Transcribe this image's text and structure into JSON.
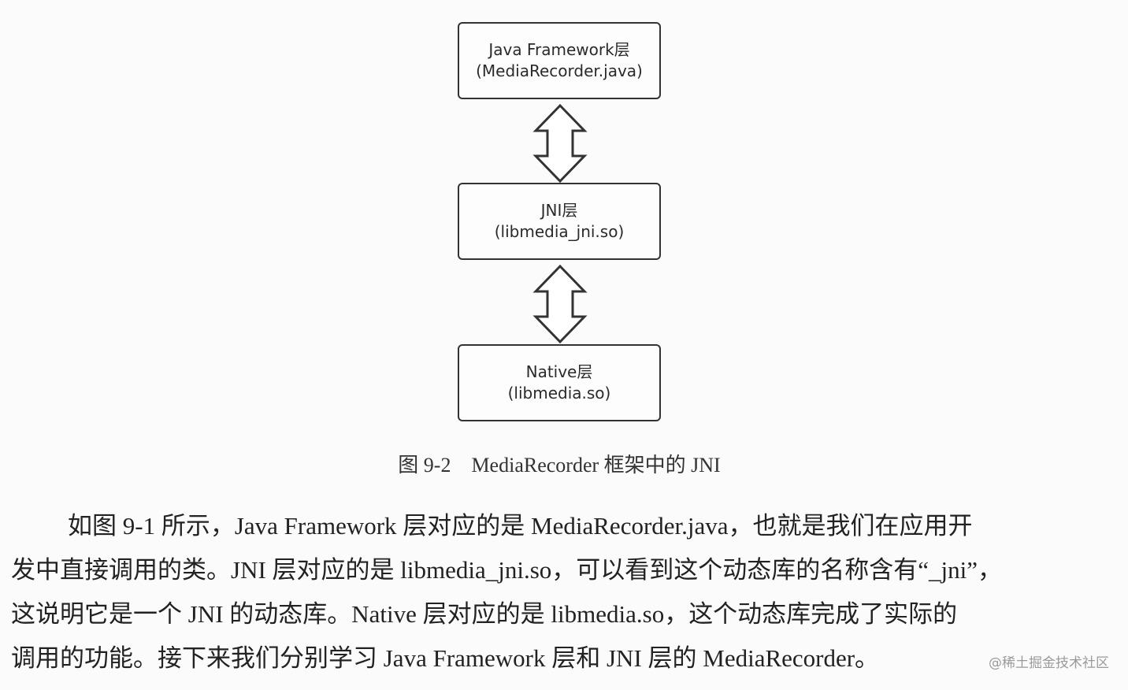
{
  "diagram": {
    "layers": [
      {
        "name": "Java Framework层",
        "detail": "(MediaRecorder.java)"
      },
      {
        "name": "JNI层",
        "detail": "(libmedia_jni.so)"
      },
      {
        "name": "Native层",
        "detail": "(libmedia.so)"
      }
    ],
    "caption": "图 9-2    MediaRecorder 框架中的 JNI"
  },
  "paragraph": {
    "lines": [
      "如图 9-1 所示，Java Framework 层对应的是 MediaRecorder.java，也就是我们在应用开",
      "发中直接调用的类。JNI 层对应的是 libmedia_jni.so，可以看到这个动态库的名称含有“_jni”，",
      "这说明它是一个 JNI 的动态库。Native 层对应的是 libmedia.so，这个动态库完成了实际的",
      "调用的功能。接下来我们分别学习 Java Framework 层和 JNI 层的 MediaRecorder。"
    ]
  },
  "watermark": "@稀土掘金技术社区"
}
